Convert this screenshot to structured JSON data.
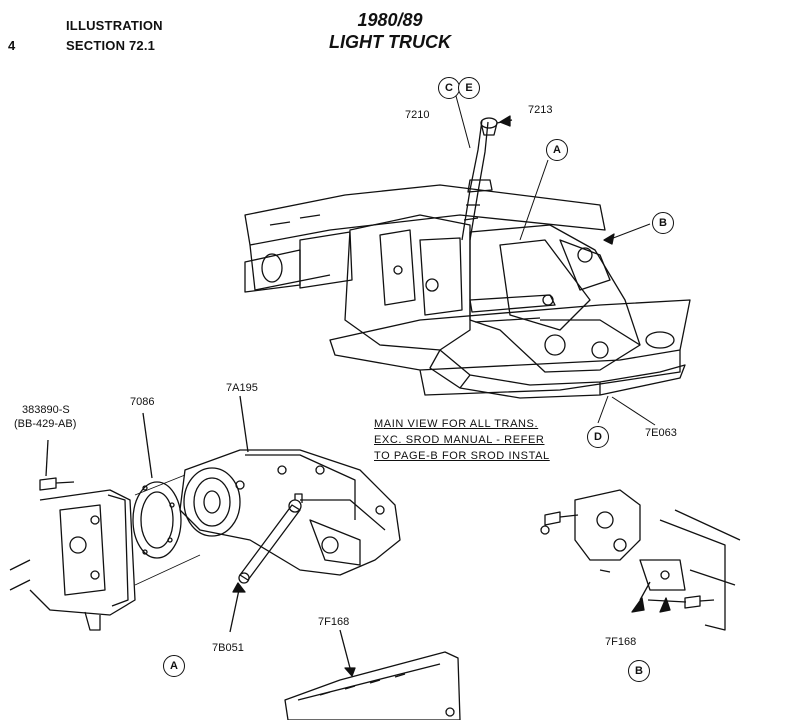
{
  "header": {
    "page_number": "4",
    "line1": "ILLUSTRATION",
    "line2": "SECTION 72.1",
    "title_line1": "1980/89",
    "title_line2": "LIGHT TRUCK"
  },
  "callouts": {
    "c": "C",
    "e": "E",
    "a_top": "A",
    "b_top": "B",
    "d": "D",
    "a_bottom": "A",
    "b_bottom": "B"
  },
  "part_labels": {
    "p7210": "7210",
    "p7213": "7213",
    "p7e063": "7E063",
    "p383890": "383890-S",
    "pbb429": "(BB-429-AB)",
    "p7086": "7086",
    "p7a195": "7A195",
    "p7b051": "7B051",
    "p7f168_center": "7F168",
    "p7f168_right": "7F168"
  },
  "note": {
    "line1": "MAIN VIEW FOR ALL TRANS.",
    "line2": "EXC. SROD MANUAL - REFER",
    "line3": "TO PAGE-B FOR SROD INSTAL"
  }
}
